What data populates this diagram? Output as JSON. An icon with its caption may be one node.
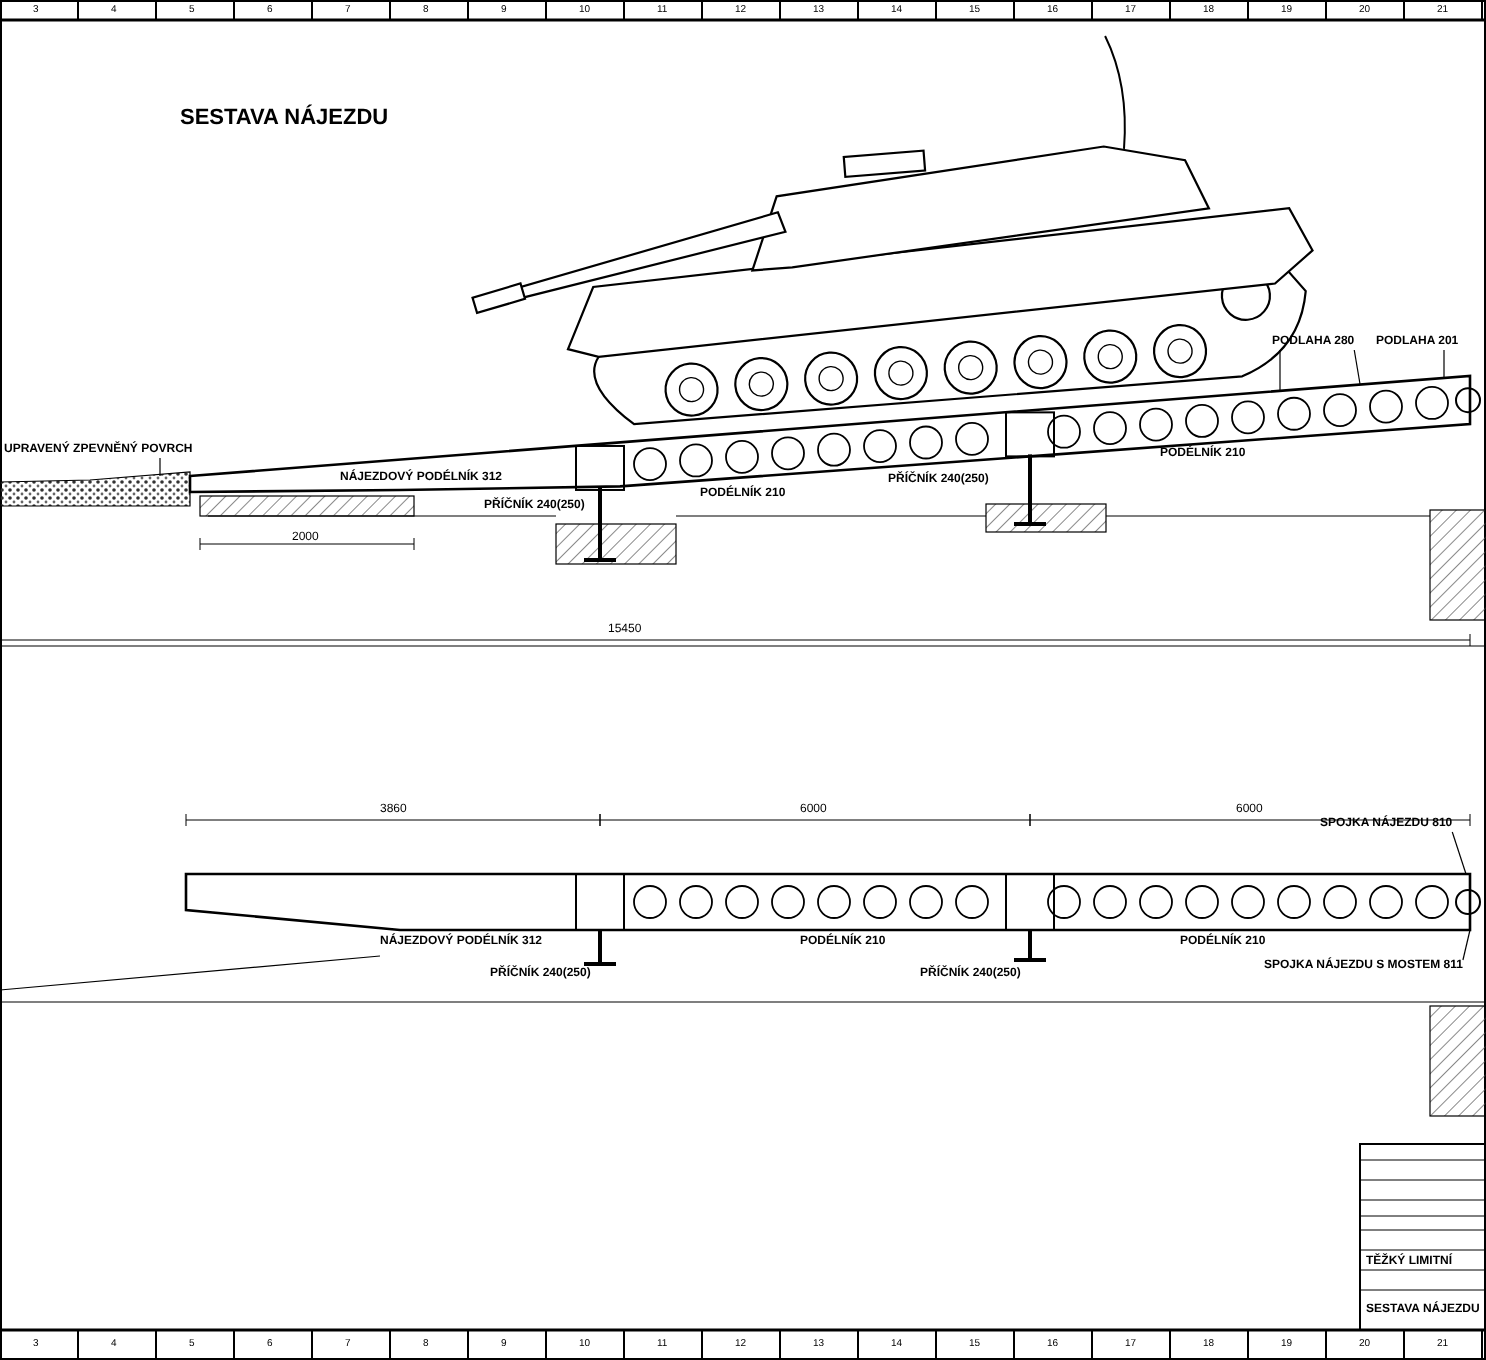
{
  "diagram": {
    "title": "SESTAVA NÁJEZDU",
    "nodes": [
      {
        "text": [
          "UPRAVENÝ ZPEVNĚNÝ POVRCH"
        ]
      },
      {
        "text": [
          "PODLAHA 280"
        ]
      },
      {
        "text": [
          "PODLAHA 201"
        ]
      },
      {
        "text": [
          "SPOJKA NÁJEZDU 810"
        ]
      },
      {
        "text": [
          "SPOJKA NÁJEZDU S MOSTEM 811"
        ]
      },
      {
        "text": [],
        "shape": "box"
      },
      {
        "text": [],
        "shape": "bar"
      },
      {
        "text": [],
        "shape": "bar"
      }
    ],
    "edges": [
      {
        "from": 0,
        "to": 5,
        "arrow": "none"
      },
      {
        "from": 1,
        "to": 6,
        "arrow": "none"
      },
      {
        "from": 1,
        "to": 6,
        "arrow": "none"
      },
      {
        "from": 2,
        "to": 6,
        "arrow": "none"
      },
      {
        "from": 3,
        "to": 7,
        "arrow": "none"
      },
      {
        "from": 4,
        "to": 7,
        "arrow": "none"
      }
    ],
    "labels": [
      "3",
      "4",
      "5",
      "6",
      "7",
      "8",
      "9",
      "10",
      "11",
      "12",
      "13",
      "14",
      "15",
      "16",
      "17",
      "18",
      "19",
      "20",
      "21",
      "NÁJEZDOVÝ PODÉLNÍK 312",
      "PODÉLNÍK 210",
      "PŘÍČNÍK 240(250)",
      "PŘÍČNÍK 240(250)",
      "PODÉLNÍK 210",
      "2000",
      "15450",
      "3860",
      "6000",
      "6000",
      "NÁJEZDOVÝ PODÉLNÍK 312",
      "PODÉLNÍK 210",
      "PODÉLNÍK 210",
      "PŘÍČNÍK 240(250)",
      "PŘÍČNÍK 240(250)",
      "TĚŽKÝ LIMITNÍ",
      "SESTAVA NÁJEZDU",
      "3",
      "4",
      "5",
      "6",
      "7",
      "8",
      "9",
      "10",
      "11",
      "12",
      "13",
      "14",
      "15",
      "16",
      "17",
      "18",
      "19",
      "20",
      "21"
    ]
  }
}
